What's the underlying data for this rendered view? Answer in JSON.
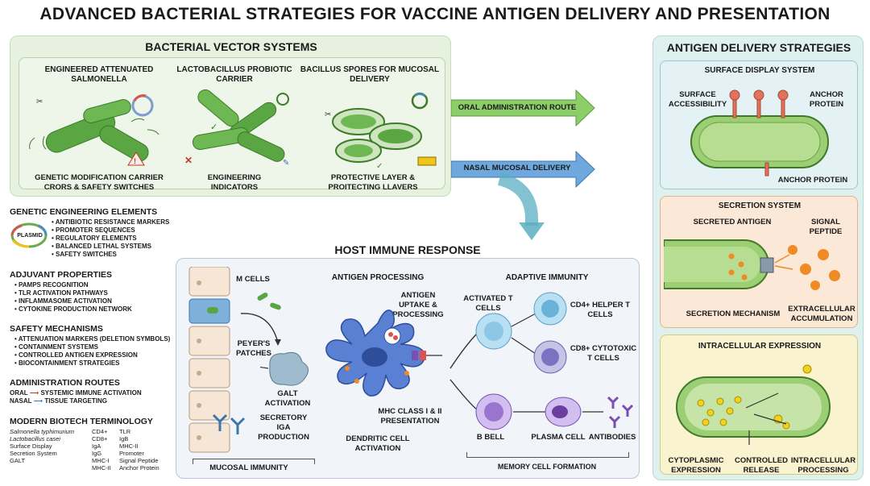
{
  "title": "ADVANCED BACTERIAL STRATEGIES FOR VACCINE ANTIGEN DELIVERY AND PRESENTATION",
  "vector_systems": {
    "header": "BACTERIAL VECTOR SYSTEMS",
    "items": [
      {
        "title": "ENGINEERED ATTENUATED SALMONELLA",
        "caption": "GENETIC MODIFICATION CARRIER CRORS & SAFETY SWITCHES"
      },
      {
        "title": "LACTOBACILLUS PROBIOTIC CARRIER",
        "caption": "ENGINEERING INDICATORS"
      },
      {
        "title": "BACILLUS SPORES FOR MUCOSAL DELIVERY",
        "caption": "PROTECTIVE LAYER & PROITECTING LLAVERS"
      }
    ]
  },
  "routes": {
    "oral": "ORAL ADMINISTRATION ROUTE",
    "nasal": "NASAL MUCOSAL DELIVERY"
  },
  "delivery": {
    "header": "ANTIGEN DELIVERY STRATEGIES",
    "surface": {
      "title": "SURFACE DISPLAY SYSTEM",
      "label_access": "SURFACE ACCESSIBILITY",
      "label_anchor_top": "ANCHOR PROTEIN",
      "label_anchor_bottom": "ANCHOR PROTEIN"
    },
    "secretion": {
      "title": "SECRETION SYSTEM",
      "label_secreted": "SECRETED ANTIGEN",
      "label_signal": "SIGNAL PEPTIDE",
      "label_mechanism": "SECRETION MECHANISM",
      "label_extracellular": "EXTRACELLULAR ACCUMULATION"
    },
    "intracellular": {
      "title": "INTRACELLULAR EXPRESSION",
      "label_cyto": "CYTOPLASMIC EXPRESSION",
      "label_controlled": "CONTROLLED RELEASE",
      "label_processing": "INTRACELLULAR PROCESSING"
    }
  },
  "genetic": {
    "header": "GENETIC ENGINEERING ELEMENTS",
    "plasmid": "PLASMID",
    "items": [
      "ANTIBIOTIC RESISTANCE MARKERS",
      "PROMOTER SEQUENCES",
      "REGULATORY ELEMENTS",
      "BALANCED LETHAL SYSTEMS",
      "SAFETY SWITCHES"
    ]
  },
  "adjuvant": {
    "header": "ADJUVANT PROPERTIES",
    "items": [
      "PAMPs RECOGNITION",
      "TLR ACTIVATION PATHWAYS",
      "INFLAMMASOME ACTIVATION",
      "CYTOKINE PRODUCTION NETWORK"
    ]
  },
  "safety": {
    "header": "SAFETY MECHANISMS",
    "items": [
      "ATTENUATION MARKERS (DELETION SYMBOLS)",
      "CONTAINMENT SYSTEMS",
      "CONTROLLED ANTIGEN EXPRESSION",
      "BIOCONTAINMENT STRATEGIES"
    ]
  },
  "admin_routes": {
    "header": "ADMINISTRATION ROUTES",
    "oral": "ORAL",
    "oral_effect": "SYSTEMIC IMMUNE ACTIVATION",
    "nasal": "NASAL",
    "nasal_effect": "TISSUE TARGETING"
  },
  "terminology": {
    "header": "MODERN BIOTECH TERMINOLOGY",
    "col1": [
      "Salmonella typhimurium",
      "Lactobacillus casei",
      "Surface Display",
      "Secretion System",
      "GALT"
    ],
    "col2": [
      "CD4+",
      "CD8+",
      "IgA",
      "IgG",
      "MHC-I",
      "MHC-II"
    ],
    "col3": [
      "TLR",
      "IgB",
      "MHC-II",
      "Promoter",
      "Signal Peptide",
      "Anchor Protein"
    ]
  },
  "host": {
    "header": "HOST IMMUNE RESPONSE",
    "m_cells": "M CELLS",
    "peyers": "PEYER'S PATCHES",
    "galt": "GALT ACTIVATION",
    "iga": "SECRETORY IgA PRODUCTION",
    "mucosal": "MUCOSAL IMMUNITY",
    "processing_header": "ANTIGEN PROCESSING",
    "uptake": "ANTIGEN UPTAKE & PROCESSING",
    "mhc": "MHC CLASS I & II PRESENTATION",
    "dendritic": "DENDRITIC CELL ACTIVATION",
    "adaptive_header": "ADAPTIVE IMMUNITY",
    "activated_t": "ACTIVATED T CELLS",
    "cd4": "CD4+ HELPER T CELLS",
    "cd8": "CD8+ CYTOTOXIC T CELLS",
    "b_cell": "B BELL",
    "plasma": "PLASMA CELL",
    "antibodies": "ANTIBODIES",
    "memory": "MEMORY CELL FORMATION"
  },
  "colors": {
    "green_panel": "#e6f2df",
    "teal_panel": "#dff1ef",
    "blue_panel": "#f1f5fa",
    "bacteria_green": "#5aa642",
    "dendritic_blue": "#4a6fc4",
    "arrow_green": "#6ab04c",
    "arrow_blue": "#4a8cc4"
  }
}
